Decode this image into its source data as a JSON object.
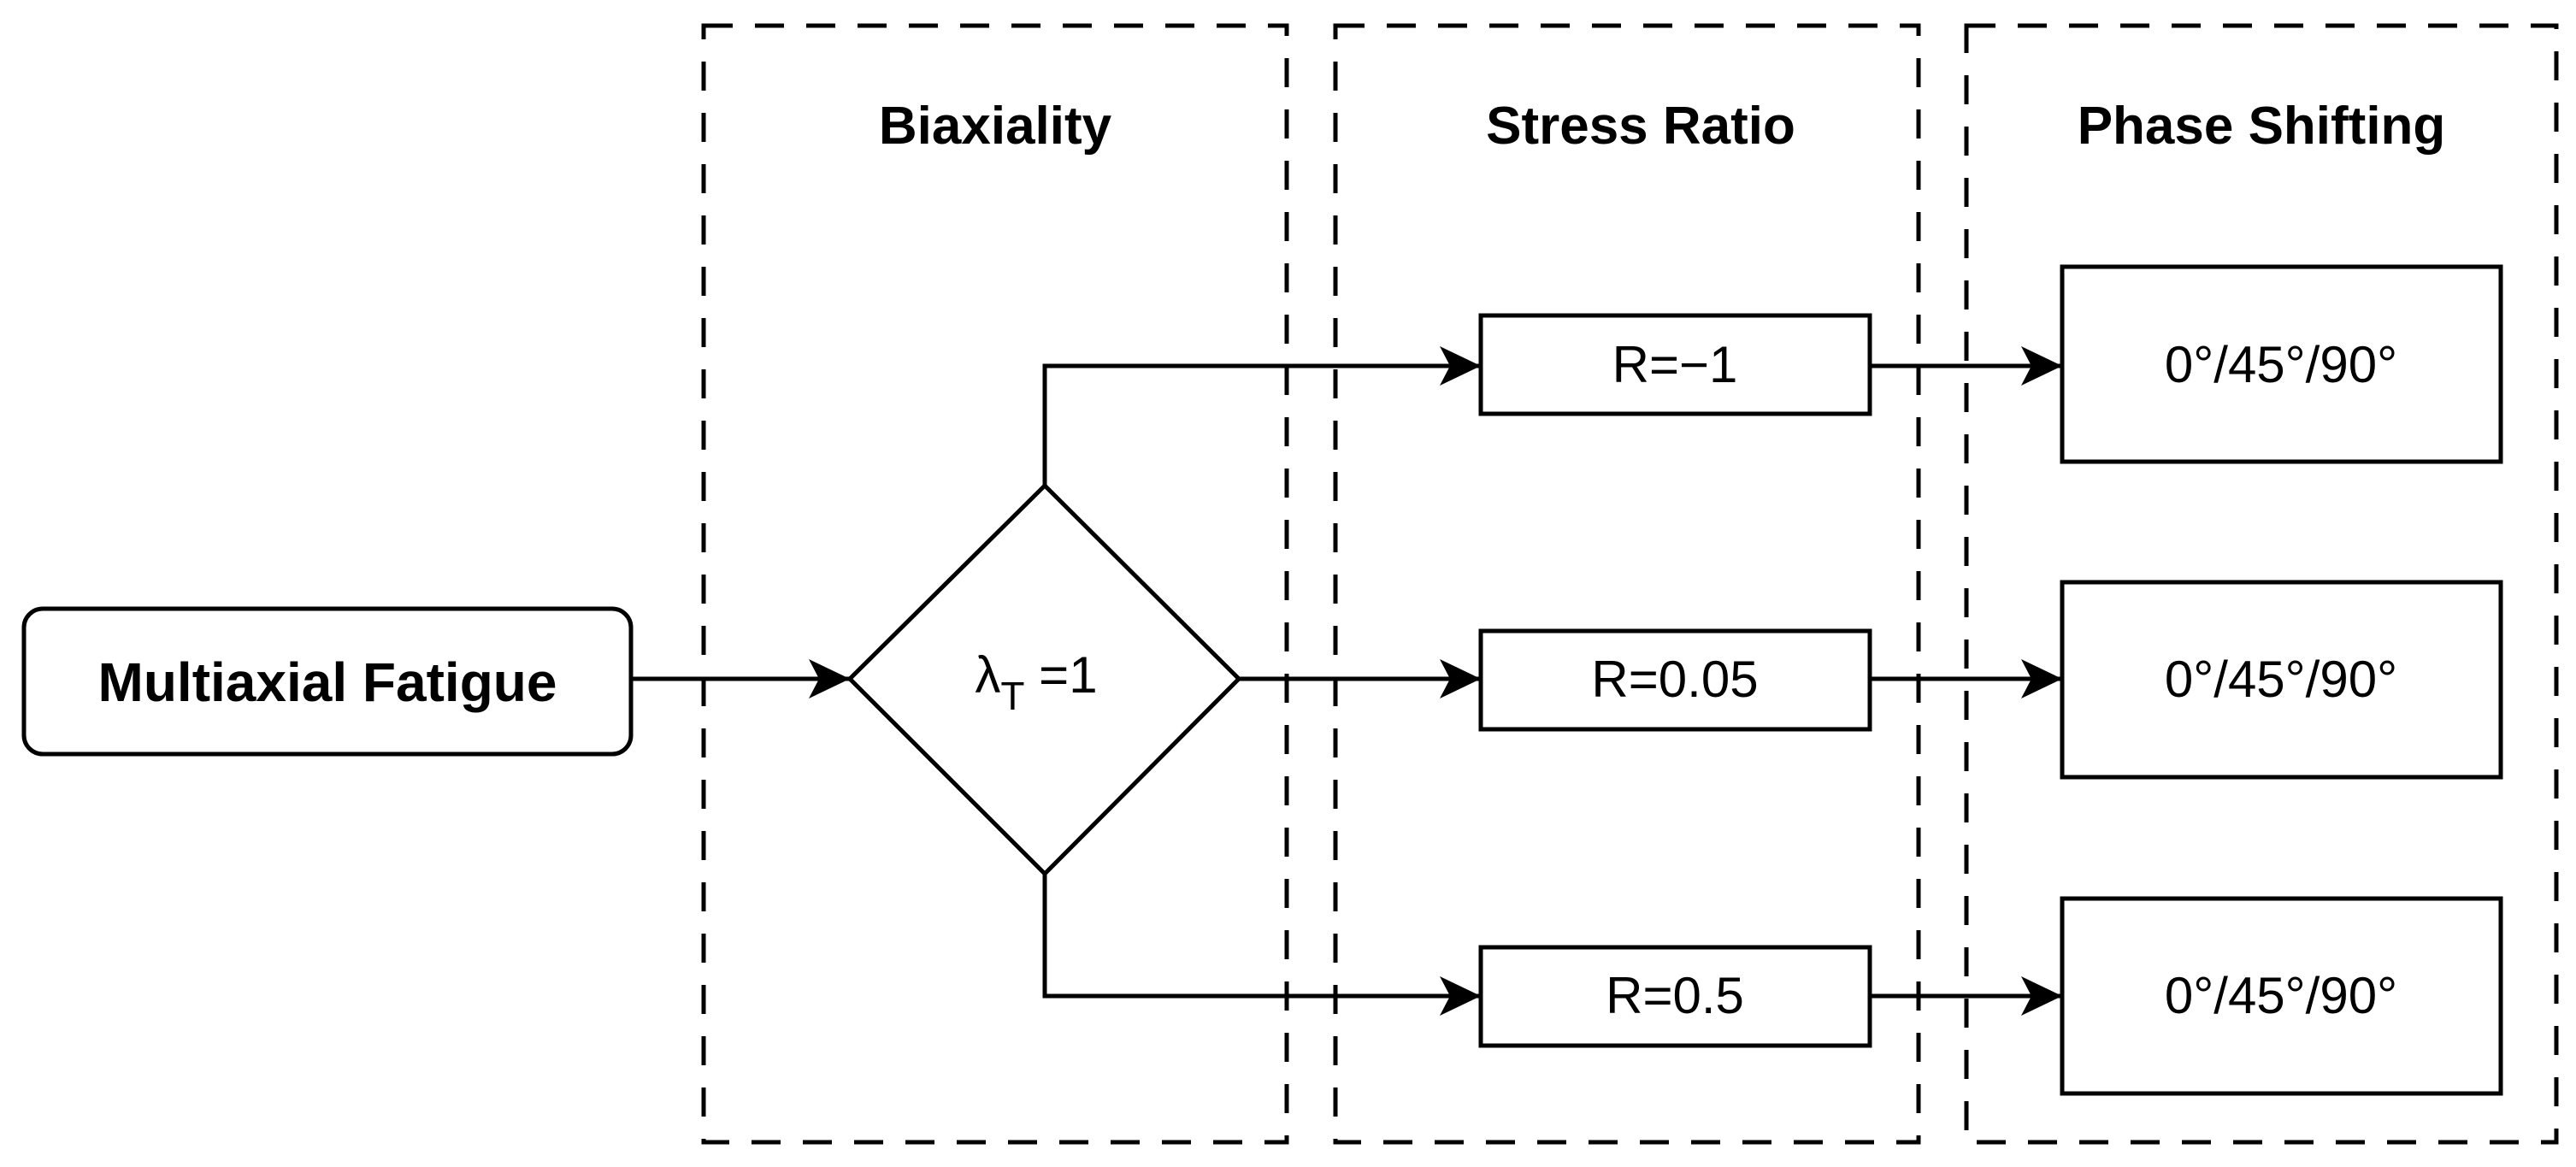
{
  "sections": [
    {
      "id": "biaxiality",
      "title": "Biaxiality"
    },
    {
      "id": "stress-ratio",
      "title": "Stress Ratio"
    },
    {
      "id": "phase-shifting",
      "title": "Phase Shifting"
    }
  ],
  "start_node": {
    "label": "Multiaxial Fatigue"
  },
  "decision_node": {
    "symbol": "λ",
    "subscript": "T",
    "value": " =1"
  },
  "stress_ratio_nodes": [
    {
      "label": "R=−1"
    },
    {
      "label": "R=0.05"
    },
    {
      "label": "R=0.5"
    }
  ],
  "phase_nodes": [
    {
      "label": "0°/45°/90°"
    },
    {
      "label": "0°/45°/90°"
    },
    {
      "label": "0°/45°/90°"
    }
  ],
  "colors": {
    "stroke": "#000000",
    "background": "#ffffff"
  }
}
